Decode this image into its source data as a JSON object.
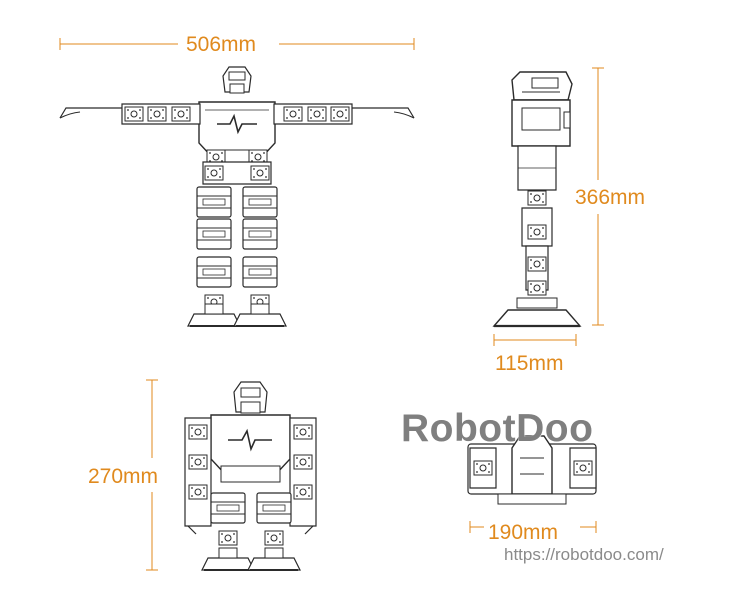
{
  "dimensions": {
    "width_front": "506mm",
    "depth_side": "115mm",
    "height_side": "366mm",
    "height_crouched": "270mm",
    "width_top": "190mm"
  },
  "brand": {
    "name": "RobotDoo",
    "url": "https://robotdoo.com/"
  },
  "colors": {
    "dimension_accent": "#e08a1e",
    "line_art": "#2b2b2b",
    "watermark": "#7f7f7f"
  }
}
